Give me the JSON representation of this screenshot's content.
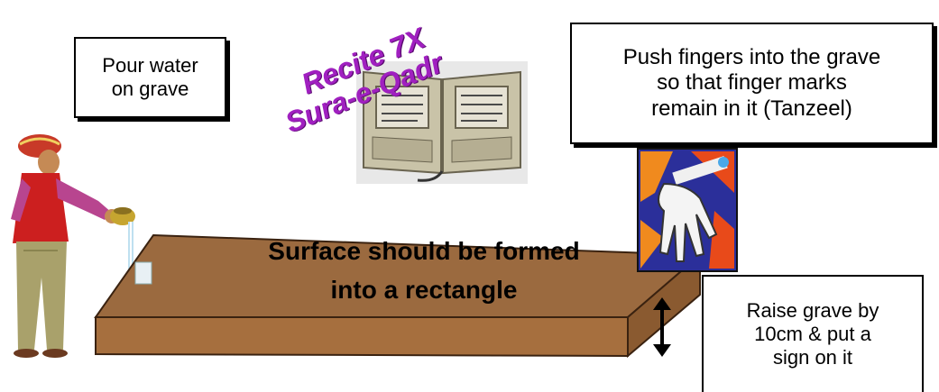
{
  "labels": {
    "pour_water": [
      "Pour water",
      "on grave"
    ],
    "recite": [
      "Recite 7X",
      "Sura-e-Qadr"
    ],
    "push_fingers": [
      "Push fingers into the grave",
      "so that finger marks",
      "remain in it (Tanzeel)"
    ],
    "surface": [
      "Surface should be formed",
      "into a rectangle"
    ],
    "raise_grave": [
      "Raise grave by",
      "10cm & put a",
      "sign on it"
    ]
  },
  "colors": {
    "grave_top": "#9b6a3f",
    "grave_front": "#a66f3e",
    "grave_side": "#8a5a30",
    "recite_text": "#a020c0"
  },
  "icons": [
    "man-pouring-water-icon",
    "open-book-icon",
    "hand-icon",
    "double-arrow-icon"
  ]
}
